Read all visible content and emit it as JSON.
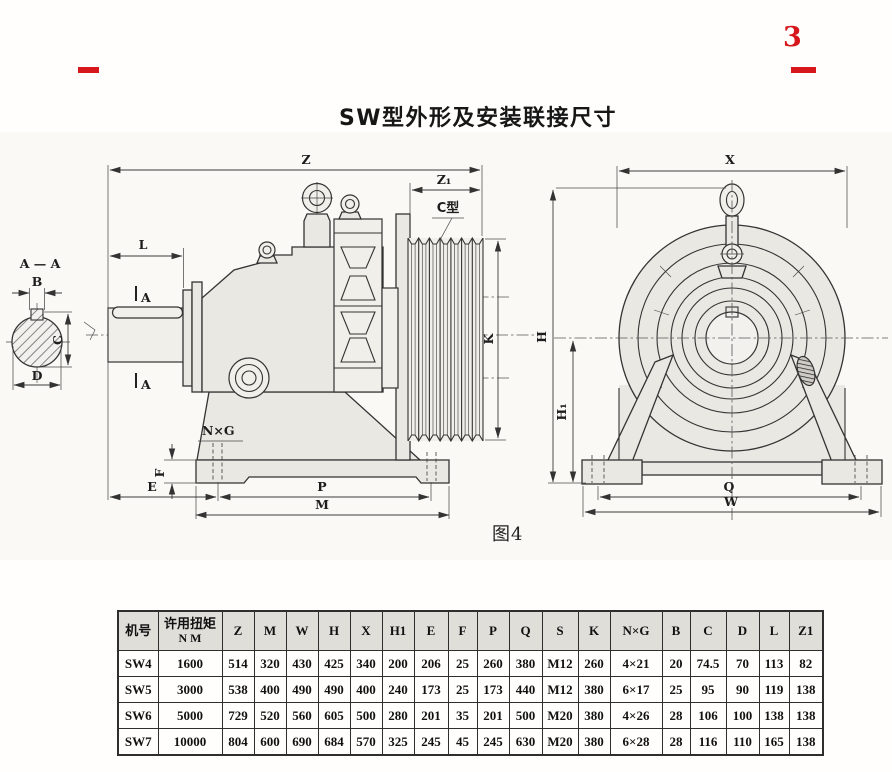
{
  "page": {
    "title": "SW型外形及安装联接尺寸",
    "corner_mark": "3",
    "figure_caption": "图4"
  },
  "colors": {
    "accent_red": "#d6181c",
    "table_header_bg": "#e0ded9",
    "line": "#333333"
  },
  "drawing": {
    "side_view": {
      "dim_z": "Z",
      "dim_z1": "Z₁",
      "pulley_type": "C型",
      "dim_k": "K",
      "dim_l": "L",
      "section_mark_top": "A",
      "section_mark_bottom": "A",
      "bolt_spec": "N×G",
      "dim_f": "F",
      "dim_e": "E",
      "dim_p": "P",
      "dim_m": "M"
    },
    "section_view": {
      "title": "A — A",
      "dim_b": "B",
      "dim_c": "C",
      "dim_d": "D"
    },
    "front_view": {
      "dim_x": "X",
      "dim_h": "H",
      "dim_h1": "H₁",
      "dim_q": "Q",
      "dim_w": "W"
    }
  },
  "table": {
    "columns": [
      {
        "label": "机号",
        "sub": ""
      },
      {
        "label": "许用扭矩",
        "sub": "N M"
      },
      {
        "label": "Z",
        "sub": ""
      },
      {
        "label": "M",
        "sub": ""
      },
      {
        "label": "W",
        "sub": ""
      },
      {
        "label": "H",
        "sub": ""
      },
      {
        "label": "X",
        "sub": ""
      },
      {
        "label": "H1",
        "sub": ""
      },
      {
        "label": "E",
        "sub": ""
      },
      {
        "label": "F",
        "sub": ""
      },
      {
        "label": "P",
        "sub": ""
      },
      {
        "label": "Q",
        "sub": ""
      },
      {
        "label": "S",
        "sub": ""
      },
      {
        "label": "K",
        "sub": ""
      },
      {
        "label": "N×G",
        "sub": ""
      },
      {
        "label": "B",
        "sub": ""
      },
      {
        "label": "C",
        "sub": ""
      },
      {
        "label": "D",
        "sub": ""
      },
      {
        "label": "L",
        "sub": ""
      },
      {
        "label": "Z1",
        "sub": ""
      }
    ],
    "rows": [
      {
        "cells": [
          "SW4",
          "1600",
          "514",
          "320",
          "430",
          "425",
          "340",
          "200",
          "206",
          "25",
          "260",
          "380",
          "M12",
          "260",
          "4×21",
          "20",
          "74.5",
          "70",
          "113",
          "82"
        ]
      },
      {
        "cells": [
          "SW5",
          "3000",
          "538",
          "400",
          "490",
          "490",
          "400",
          "240",
          "173",
          "25",
          "173",
          "440",
          "M12",
          "380",
          "6×17",
          "25",
          "95",
          "90",
          "119",
          "138"
        ]
      },
      {
        "cells": [
          "SW6",
          "5000",
          "729",
          "520",
          "560",
          "605",
          "500",
          "280",
          "201",
          "35",
          "201",
          "500",
          "M20",
          "380",
          "4×26",
          "28",
          "106",
          "100",
          "138",
          "138"
        ]
      },
      {
        "cells": [
          "SW7",
          "10000",
          "804",
          "600",
          "690",
          "684",
          "570",
          "325",
          "245",
          "45",
          "245",
          "630",
          "M20",
          "380",
          "6×28",
          "28",
          "116",
          "110",
          "165",
          "138"
        ]
      }
    ]
  }
}
